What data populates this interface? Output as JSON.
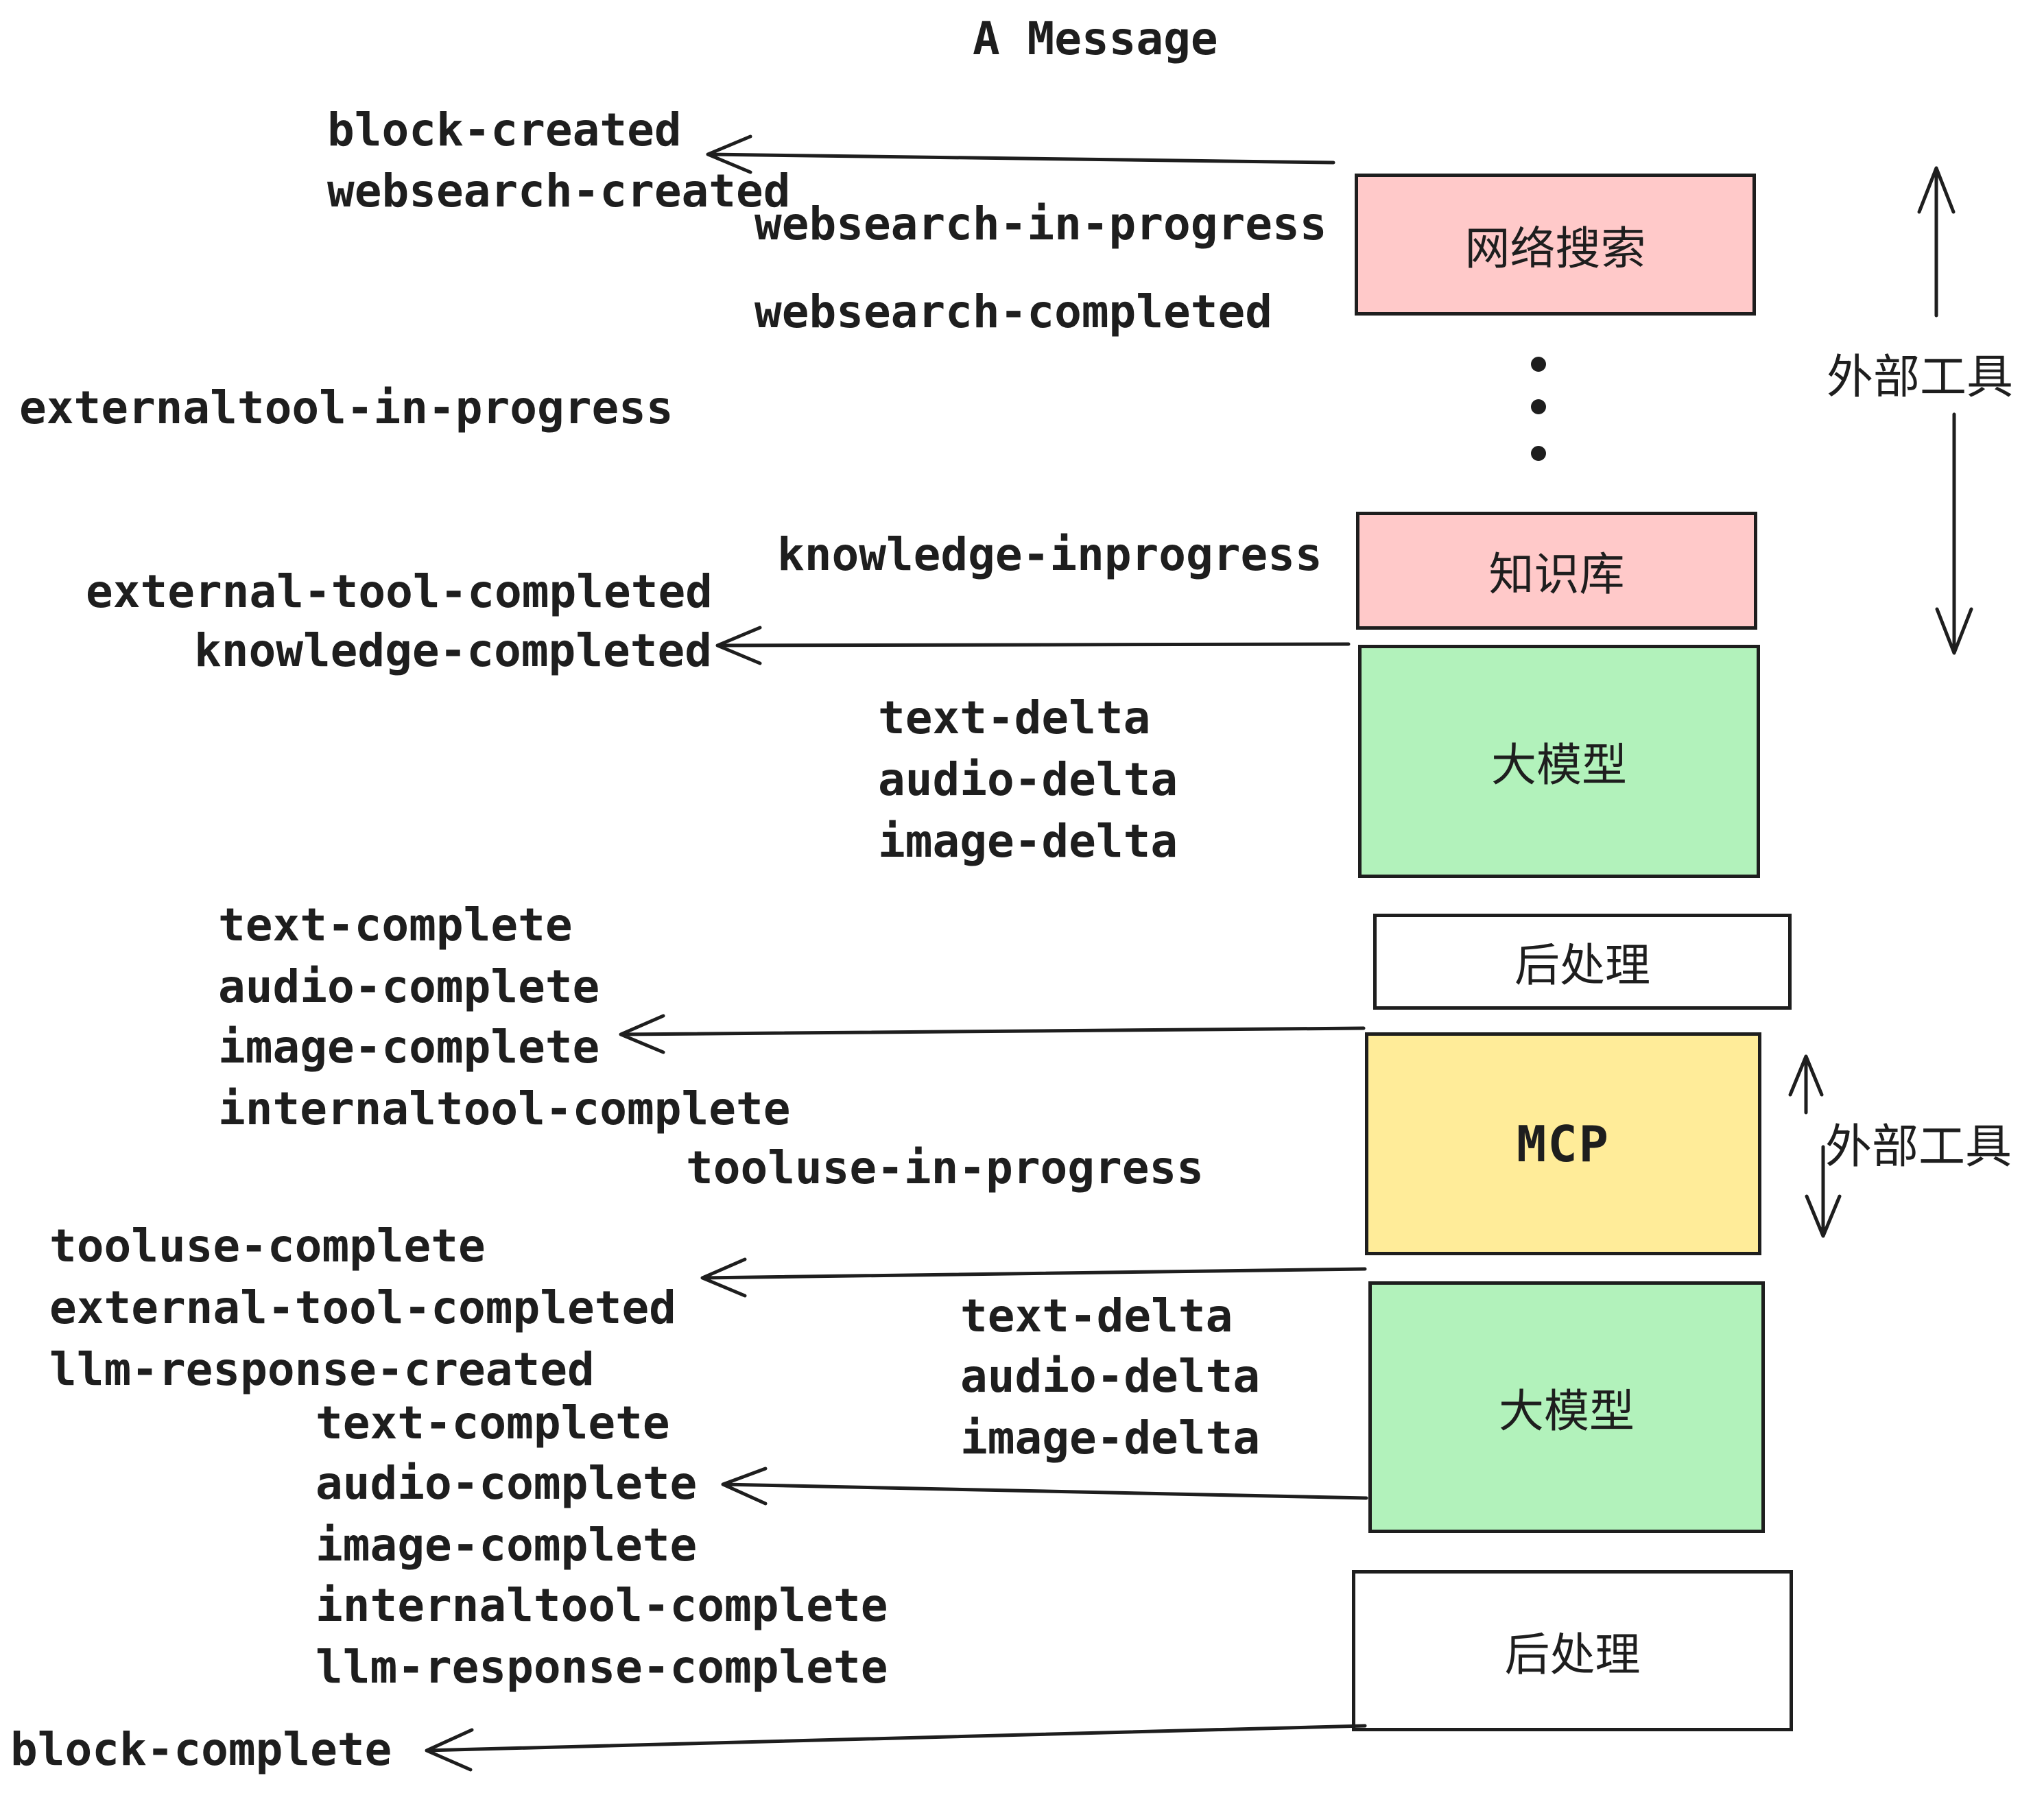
{
  "title": "A Message",
  "colors": {
    "stroke": "#1e1e1e",
    "background": "#ffffff",
    "pink": "#ffc9c9",
    "green": "#b2f2bb",
    "yellow": "#ffec99",
    "white": "#ffffff"
  },
  "boxes": [
    {
      "label": "网络搜索",
      "fill": "#ffc9c9"
    },
    {
      "label": "知识库",
      "fill": "#ffc9c9"
    },
    {
      "label": "大模型",
      "fill": "#b2f2bb"
    },
    {
      "label": "后处理",
      "fill": "#ffffff"
    },
    {
      "label": "MCP",
      "fill": "#ffec99"
    },
    {
      "label": "大模型",
      "fill": "#b2f2bb"
    },
    {
      "label": "后处理",
      "fill": "#ffffff"
    }
  ],
  "events": [
    "block-created",
    "websearch-created",
    "websearch-in-progress",
    "websearch-completed",
    "externaltool-in-progress",
    "knowledge-inprogress",
    "external-tool-completed",
    "knowledge-completed",
    "text-delta",
    "audio-delta",
    "image-delta",
    "text-complete",
    "audio-complete",
    "image-complete",
    "internaltool-complete",
    "tooluse-in-progress",
    "tooluse-complete",
    "external-tool-completed",
    "llm-response-created",
    "text-delta",
    "audio-delta",
    "image-delta",
    "text-complete",
    "audio-complete",
    "image-complete",
    "internaltool-complete",
    "llm-response-complete",
    "block-complete"
  ],
  "side_labels": [
    {
      "text": "外部工具"
    },
    {
      "text": "外部工具"
    }
  ]
}
